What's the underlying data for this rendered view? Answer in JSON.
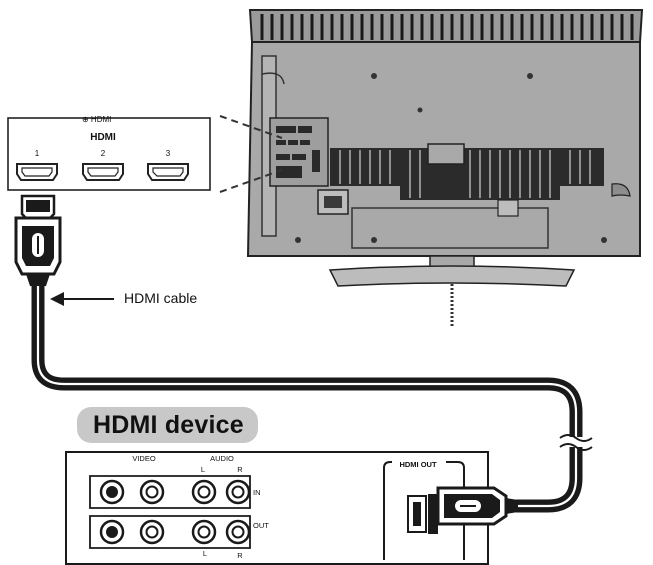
{
  "hdmi_panel": {
    "header": "⊕ HDMI",
    "logo": "HDMI",
    "ports": [
      "1",
      "2",
      "3"
    ]
  },
  "cable_label": "HDMI cable",
  "device": {
    "title": "HDMI device",
    "video_label": "VIDEO",
    "audio_label": "AUDIO",
    "audio_left": "L",
    "audio_right": "R",
    "in_label": "IN",
    "out_label": "OUT",
    "hdmi_out_label": "HDMI OUT"
  },
  "colors": {
    "tv_body": "#a9a9a9",
    "tv_outline": "#222222",
    "cable": "#1a1a1a",
    "badge": "#c8c8c8"
  }
}
